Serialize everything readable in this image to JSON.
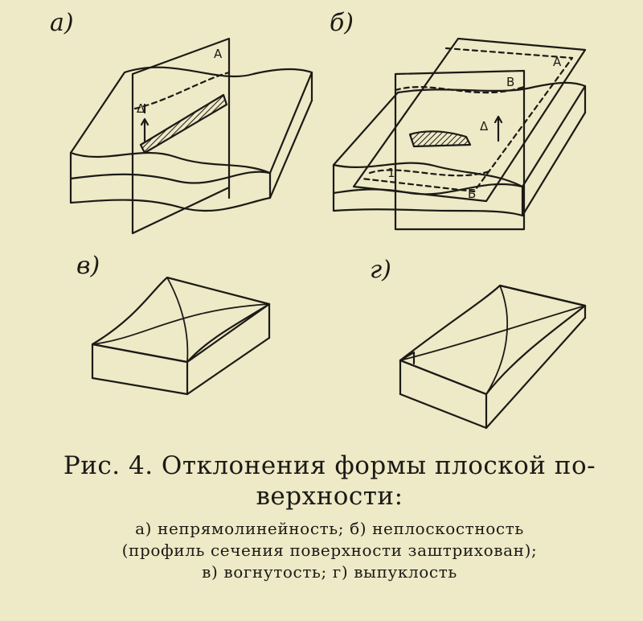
{
  "figure": {
    "panels": [
      {
        "letter": "а)",
        "plane_label": "А",
        "arrow_label": "Δ"
      },
      {
        "letter": "б)",
        "plane_labels": [
          "А",
          "В",
          "Б"
        ],
        "arrow_label": "Δ",
        "base_mark": "1"
      },
      {
        "letter": "в)"
      },
      {
        "letter": "г)"
      }
    ]
  },
  "caption": {
    "title_line1": "Рис. 4. Отклонения формы плоской по-",
    "title_line2": "верхности:",
    "line1": "а) непрямолинейность; б) неплоскостность",
    "line2": "(профиль сечения поверхности заштрихован);",
    "line3": "в) вогнутость; г) выпуклость"
  }
}
